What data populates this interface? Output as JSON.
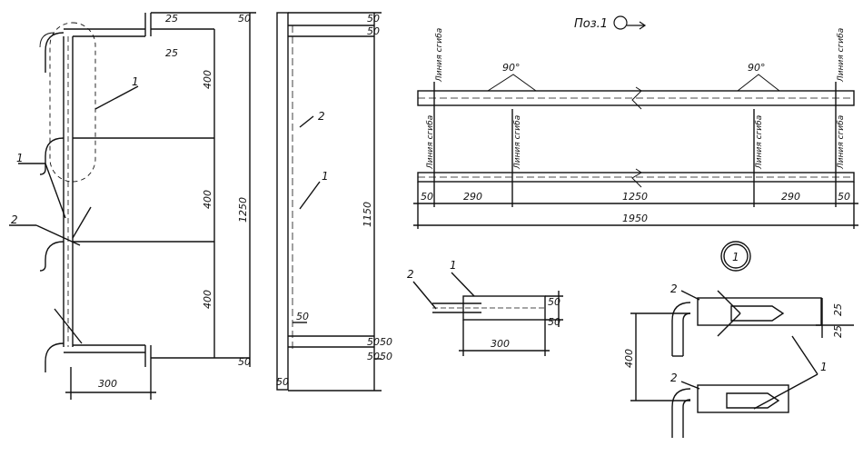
{
  "drawing": {
    "title": "Поз.1",
    "angles": [
      "90°",
      "90°"
    ],
    "bend_line_label": "Линия сгиба",
    "callout_number": "1",
    "positions": [
      "1",
      "2"
    ],
    "dims": {
      "d25": "25",
      "d50": "50",
      "d400": "400",
      "d300": "300",
      "d1250": "1250",
      "d1150": "1150",
      "d290": "290",
      "d1950": "1950",
      "d5050": "5050"
    }
  }
}
